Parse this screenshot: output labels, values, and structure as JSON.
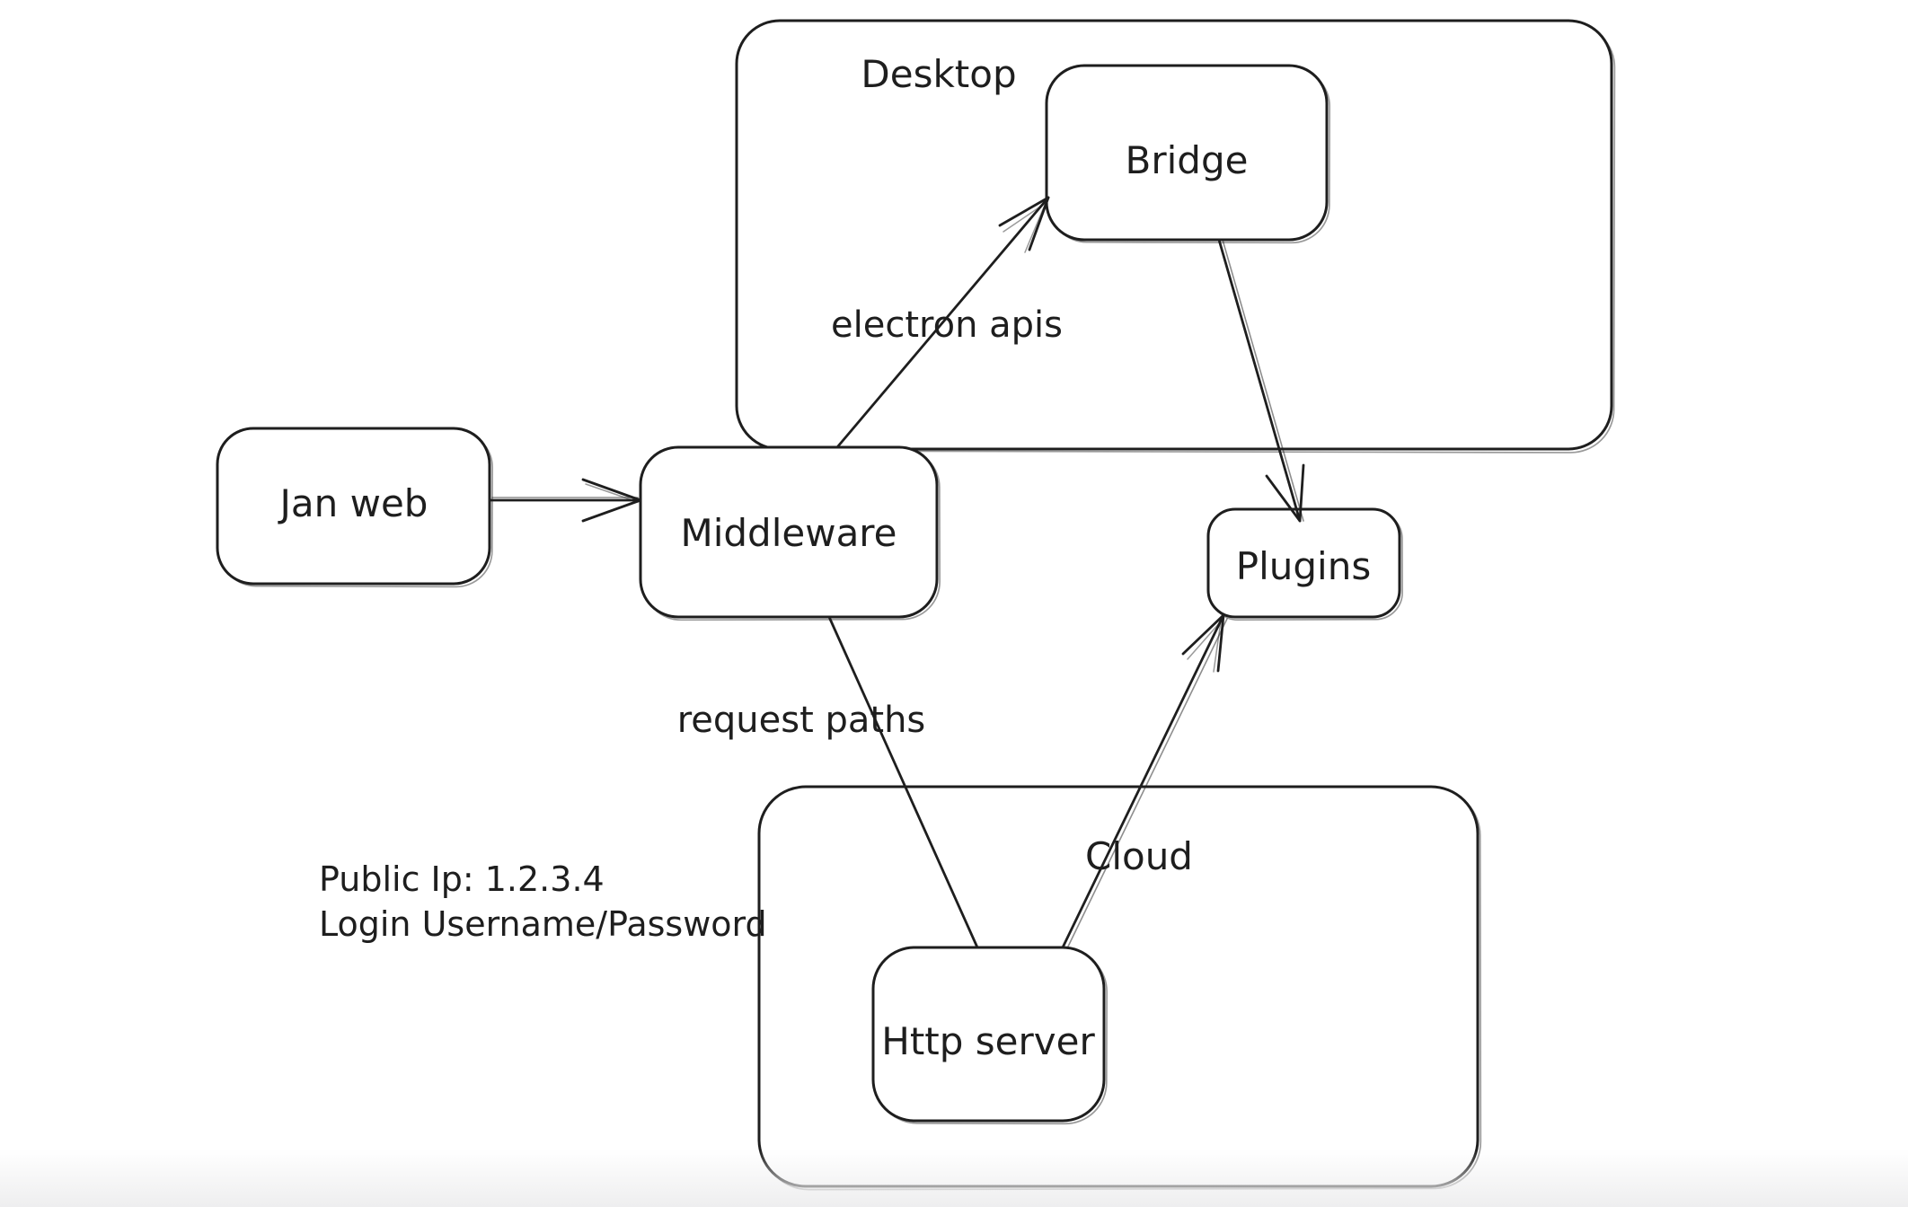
{
  "diagram": {
    "background_color": "#ffffff",
    "stroke_color": "#1e1e1e",
    "containers": [
      {
        "id": "desktop",
        "label": "Desktop"
      },
      {
        "id": "cloud",
        "label": "Cloud"
      }
    ],
    "nodes": [
      {
        "id": "jan-web",
        "label": "Jan web"
      },
      {
        "id": "middleware",
        "label": "Middleware"
      },
      {
        "id": "bridge",
        "label": "Bridge"
      },
      {
        "id": "plugins",
        "label": "Plugins"
      },
      {
        "id": "http-server",
        "label": "Http server"
      }
    ],
    "edges": [
      {
        "from": "jan-web",
        "to": "middleware",
        "label": ""
      },
      {
        "from": "middleware",
        "to": "bridge",
        "label": "electron apis"
      },
      {
        "from": "bridge",
        "to": "plugins",
        "label": ""
      },
      {
        "from": "middleware",
        "to": "http-server",
        "label": "request paths"
      },
      {
        "from": "http-server",
        "to": "plugins",
        "label": ""
      }
    ],
    "annotation": {
      "lines": [
        "Public Ip: 1.2.3.4",
        "Login Username/Password"
      ]
    }
  }
}
